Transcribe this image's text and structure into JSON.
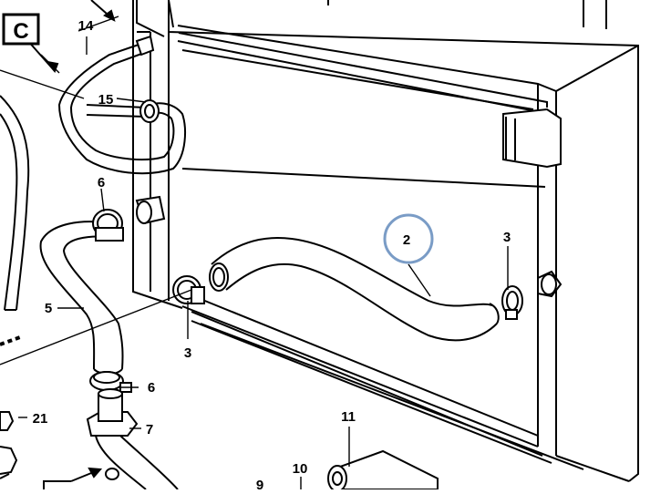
{
  "diagram": {
    "section_letter": "C",
    "highlight_color": "#7a9cc6",
    "line_color": "#000000",
    "labels": {
      "l14": "14",
      "l15": "15",
      "l6a": "6",
      "l5": "5",
      "l3a": "3",
      "l6b": "6",
      "l21": "21",
      "l7": "7",
      "l2": "2",
      "l3b": "3",
      "l11": "11",
      "l10": "10",
      "l9": "9"
    }
  }
}
